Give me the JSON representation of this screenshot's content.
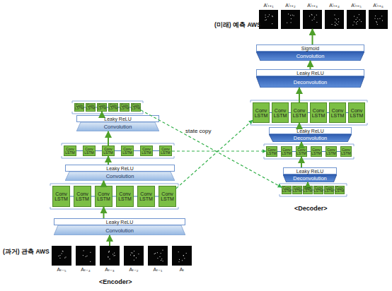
{
  "diagram": {
    "nodes": [
      {
        "text": [
          "Aₜ₋₅"
        ]
      },
      {
        "text": [
          "Aₜ₋₄"
        ]
      },
      {
        "text": [
          "Aₜ₋₃"
        ]
      },
      {
        "text": [
          "Aₜ₋₂"
        ]
      },
      {
        "text": [
          "Aₜ₋₁"
        ]
      },
      {
        "text": [
          "Aₜ"
        ]
      },
      {
        "text": [
          "Convolution"
        ]
      },
      {
        "text": [
          "Leaky ReLU"
        ]
      },
      {
        "text": [
          "Conv LSTM"
        ]
      },
      {
        "text": [
          "Conv LSTM"
        ]
      },
      {
        "text": [
          "Conv LSTM"
        ]
      },
      {
        "text": [
          "Conv LSTM"
        ]
      },
      {
        "text": [
          "Conv LSTM"
        ]
      },
      {
        "text": [
          "Conv LSTM"
        ]
      },
      {
        "text": [
          "Convolution"
        ]
      },
      {
        "text": [
          "Leaky ReLU"
        ]
      },
      {
        "text": [
          "Conv LSTM"
        ]
      },
      {
        "text": [
          "Conv LSTM"
        ]
      },
      {
        "text": [
          "Conv LSTM"
        ]
      },
      {
        "text": [
          "Conv LSTM"
        ]
      },
      {
        "text": [
          "Conv LSTM"
        ]
      },
      {
        "text": [
          "Conv LSTM"
        ]
      },
      {
        "text": [
          "Convolution"
        ]
      },
      {
        "text": [
          "Leaky ReLU"
        ]
      },
      {
        "text": [
          "Conv LSTM"
        ]
      },
      {
        "text": [
          "Conv LSTM"
        ]
      },
      {
        "text": [
          "Conv LSTM"
        ]
      },
      {
        "text": [
          "Conv LSTM"
        ]
      },
      {
        "text": [
          "Conv LSTM"
        ]
      },
      {
        "text": [
          "Conv LSTM"
        ]
      },
      {
        "text": [
          "Conv LSTM"
        ]
      },
      {
        "text": [
          "Conv LSTM"
        ]
      },
      {
        "text": [
          "Conv LSTM"
        ]
      },
      {
        "text": [
          "Conv LSTM"
        ]
      },
      {
        "text": [
          "Conv LSTM"
        ]
      },
      {
        "text": [
          "Conv LSTM"
        ]
      },
      {
        "text": [
          "Deconvolution"
        ]
      },
      {
        "text": [
          "Leaky ReLU"
        ]
      },
      {
        "text": [
          "Conv LSTM"
        ]
      },
      {
        "text": [
          "Conv LSTM"
        ]
      },
      {
        "text": [
          "Conv LSTM"
        ]
      },
      {
        "text": [
          "Conv LSTM"
        ]
      },
      {
        "text": [
          "Conv LSTM"
        ]
      },
      {
        "text": [
          "Conv LSTM"
        ]
      },
      {
        "text": [
          "Deconvolution"
        ]
      },
      {
        "text": [
          "Leaky ReLU"
        ]
      },
      {
        "text": [
          "Conv LSTM"
        ]
      },
      {
        "text": [
          "Conv LSTM"
        ]
      },
      {
        "text": [
          "Conv LSTM"
        ]
      },
      {
        "text": [
          "Conv LSTM"
        ]
      },
      {
        "text": [
          "Conv LSTM"
        ]
      },
      {
        "text": [
          "Conv LSTM"
        ]
      },
      {
        "text": [
          "Deconvolution"
        ]
      },
      {
        "text": [
          "Leaky ReLU"
        ]
      },
      {
        "text": [
          "Convolution"
        ]
      },
      {
        "text": [
          "Sigmoid"
        ]
      },
      {
        "text": [
          "A'ₜ₊₁"
        ]
      },
      {
        "text": [
          "A'ₜ₊₂"
        ]
      },
      {
        "text": [
          "A'ₜ₊₃"
        ]
      },
      {
        "text": [
          "A'ₜ₊₄"
        ]
      },
      {
        "text": [
          "A'ₜ₊₅"
        ]
      },
      {
        "text": [
          "A'ₜ₊₆"
        ]
      }
    ],
    "edges": [
      {
        "from": 2,
        "to": 6,
        "arrow": "to"
      },
      {
        "from": 7,
        "to": 10,
        "arrow": "to"
      },
      {
        "from": 8,
        "to": 9,
        "arrow": "none"
      },
      {
        "from": 9,
        "to": 10,
        "arrow": "none"
      },
      {
        "from": 10,
        "to": 11,
        "arrow": "none"
      },
      {
        "from": 11,
        "to": 12,
        "arrow": "none"
      },
      {
        "from": 12,
        "to": 13,
        "arrow": "none"
      },
      {
        "from": 10,
        "to": 14,
        "arrow": "to"
      },
      {
        "from": 15,
        "to": 18,
        "arrow": "to"
      },
      {
        "from": 16,
        "to": 17,
        "arrow": "none"
      },
      {
        "from": 17,
        "to": 18,
        "arrow": "none"
      },
      {
        "from": 18,
        "to": 19,
        "arrow": "none"
      },
      {
        "from": 19,
        "to": 20,
        "arrow": "none"
      },
      {
        "from": 20,
        "to": 21,
        "arrow": "none"
      },
      {
        "from": 18,
        "to": 22,
        "arrow": "to"
      },
      {
        "from": 23,
        "to": 26,
        "arrow": "to"
      },
      {
        "from": 24,
        "to": 25,
        "arrow": "none"
      },
      {
        "from": 25,
        "to": 26,
        "arrow": "none"
      },
      {
        "from": 26,
        "to": 27,
        "arrow": "none"
      },
      {
        "from": 27,
        "to": 28,
        "arrow": "none"
      },
      {
        "from": 28,
        "to": 29,
        "arrow": "none"
      },
      {
        "from": 13,
        "to": 46,
        "arrow": "to"
      },
      {
        "from": 21,
        "to": 38,
        "arrow": "to"
      },
      {
        "from": 29,
        "to": 30,
        "arrow": "to"
      },
      {
        "from": 30,
        "to": 31,
        "arrow": "none"
      },
      {
        "from": 31,
        "to": 32,
        "arrow": "none"
      },
      {
        "from": 32,
        "to": 33,
        "arrow": "none"
      },
      {
        "from": 33,
        "to": 34,
        "arrow": "none"
      },
      {
        "from": 34,
        "to": 35,
        "arrow": "none"
      },
      {
        "from": 32,
        "to": 36,
        "arrow": "to"
      },
      {
        "from": 37,
        "to": 40,
        "arrow": "to"
      },
      {
        "from": 38,
        "to": 39,
        "arrow": "none"
      },
      {
        "from": 39,
        "to": 40,
        "arrow": "none"
      },
      {
        "from": 40,
        "to": 41,
        "arrow": "none"
      },
      {
        "from": 41,
        "to": 42,
        "arrow": "none"
      },
      {
        "from": 42,
        "to": 43,
        "arrow": "none"
      },
      {
        "from": 40,
        "to": 44,
        "arrow": "to"
      },
      {
        "from": 45,
        "to": 48,
        "arrow": "to"
      },
      {
        "from": 46,
        "to": 47,
        "arrow": "none"
      },
      {
        "from": 47,
        "to": 48,
        "arrow": "none"
      },
      {
        "from": 48,
        "to": 49,
        "arrow": "none"
      },
      {
        "from": 49,
        "to": 50,
        "arrow": "none"
      },
      {
        "from": 50,
        "to": 51,
        "arrow": "none"
      },
      {
        "from": 48,
        "to": 52,
        "arrow": "to"
      },
      {
        "from": 53,
        "to": 54,
        "arrow": "to"
      },
      {
        "from": 55,
        "to": 58,
        "arrow": "to"
      }
    ],
    "labels": [
      "(미래) 예측 AWS",
      "state copy",
      "<Decoder>",
      "(과거) 관측 AWS",
      "<Encoder>"
    ]
  }
}
